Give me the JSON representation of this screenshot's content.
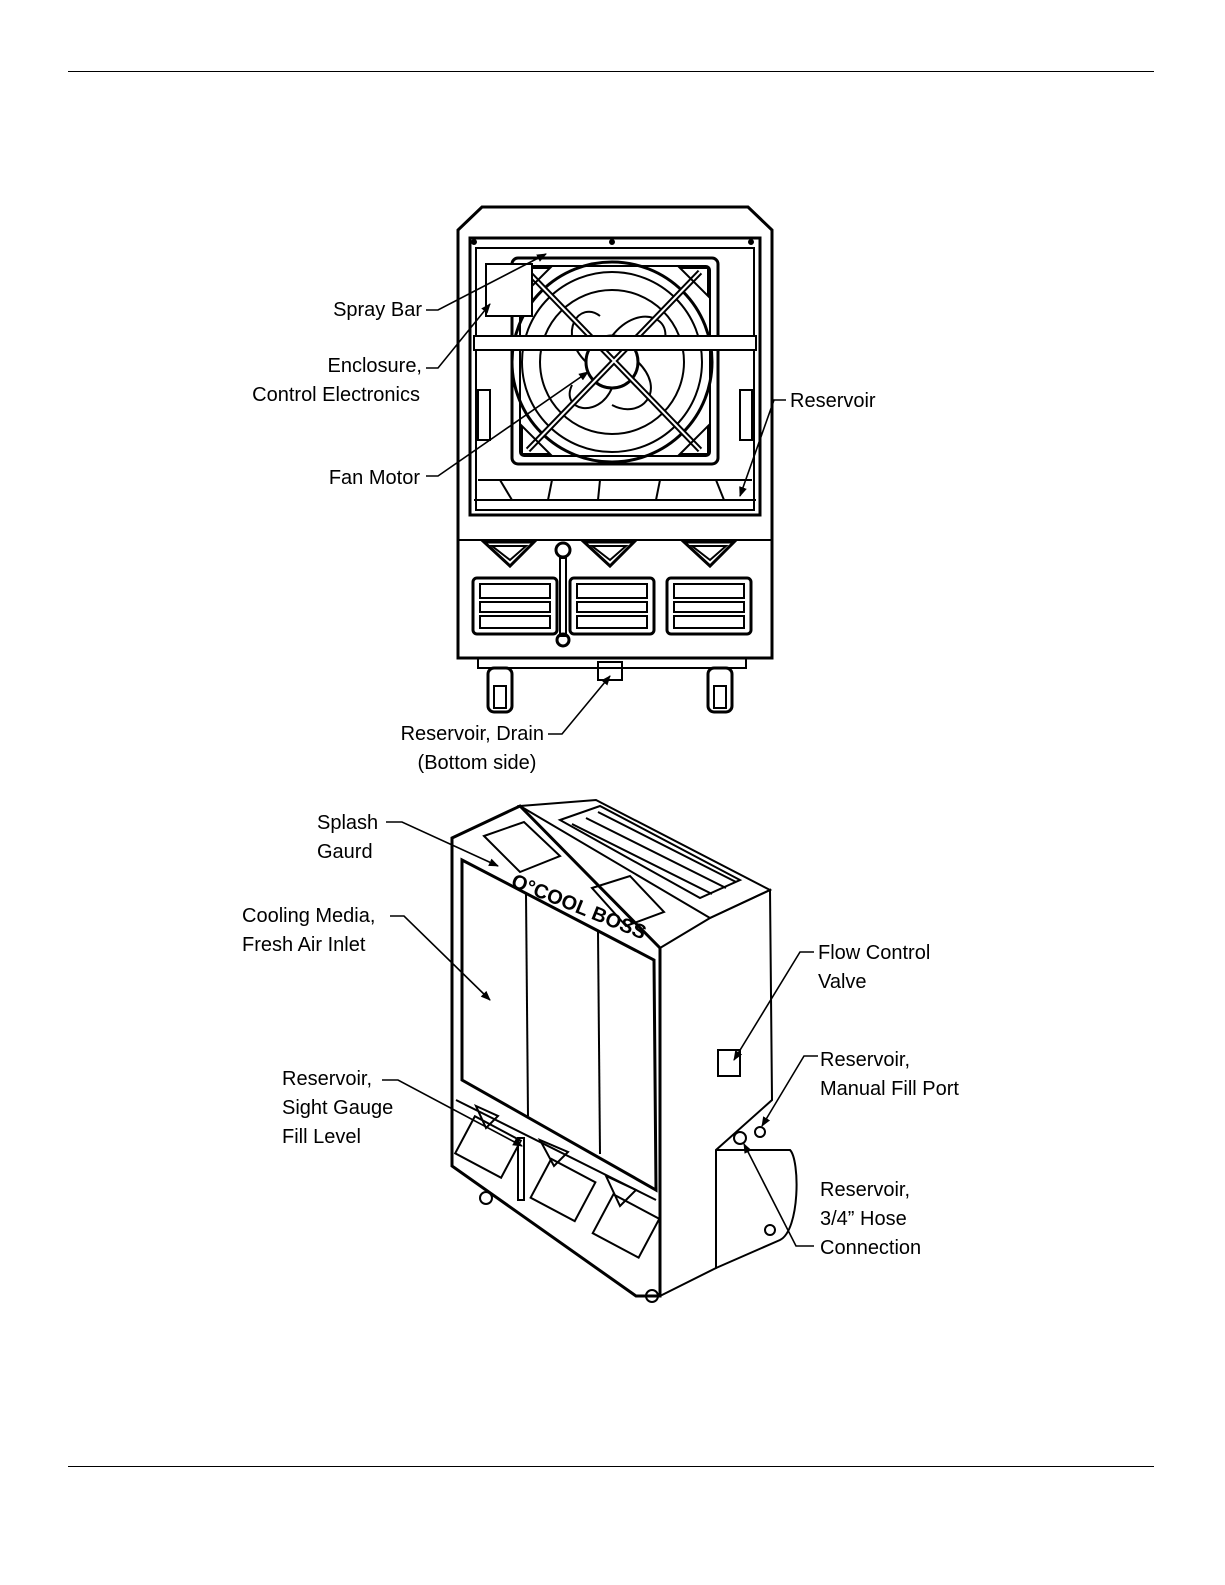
{
  "labels": {
    "spray_bar": "Spray Bar",
    "enclosure_l1": "Enclosure,",
    "enclosure_l2": "Control Electronics",
    "fan_motor": "Fan Motor",
    "reservoir": "Reservoir",
    "drain_l1": "Reservoir, Drain",
    "drain_l2": "(Bottom side)",
    "splash_l1": "Splash",
    "splash_l2": "Gaurd",
    "cooling_l1": "Cooling Media,",
    "cooling_l2": "Fresh Air Inlet",
    "gauge_l1": "Reservoir,",
    "gauge_l2": "Sight Gauge",
    "gauge_l3": "Fill Level",
    "flow_l1": "Flow Control",
    "flow_l2": "Valve",
    "fill_l1": "Reservoir,",
    "fill_l2": "Manual Fill Port",
    "hose_l1": "Reservoir,",
    "hose_l2": "3/4” Hose",
    "hose_l3": "Connection"
  },
  "brand": "O°COOL BOSS"
}
